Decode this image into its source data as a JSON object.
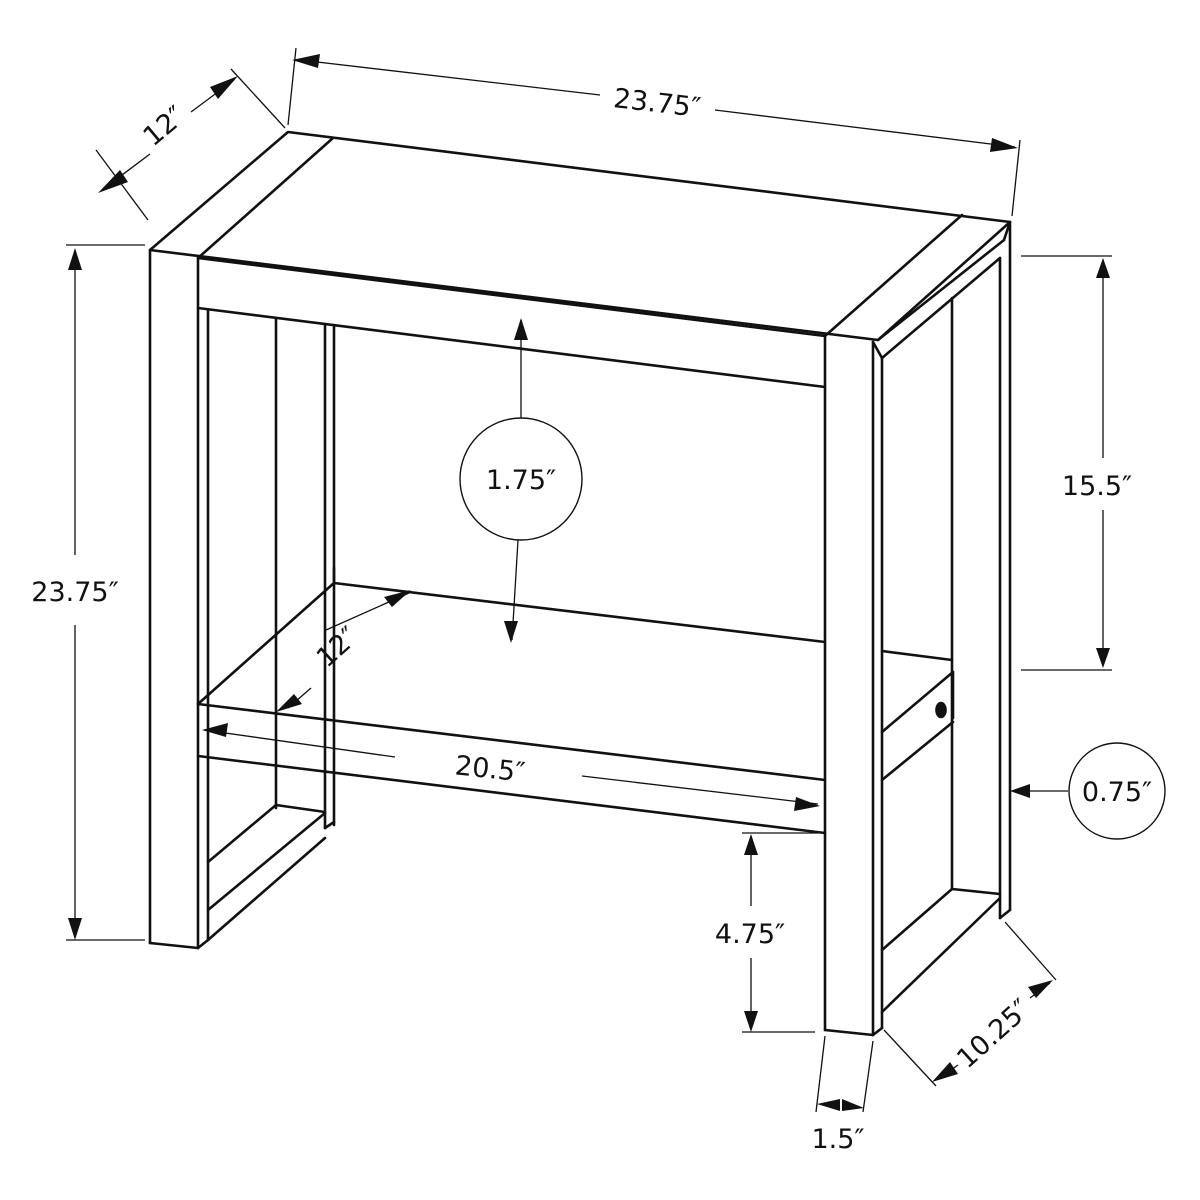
{
  "diagram": {
    "subject": "side table line drawing with dimensions",
    "stroke_color": "#111111",
    "background_color": "#ffffff",
    "dimensions": {
      "top_depth": "12″",
      "top_width": "23.75″",
      "overall_height": "23.75″",
      "apron_height": "1.75″",
      "upper_opening_height": "15.5″",
      "shelf_depth": "12″",
      "shelf_width": "20.5″",
      "side_panel_thickness": "0.75″",
      "floor_clearance": "4.75″",
      "leg_width": "1.5″",
      "side_depth": "10.25″"
    }
  }
}
